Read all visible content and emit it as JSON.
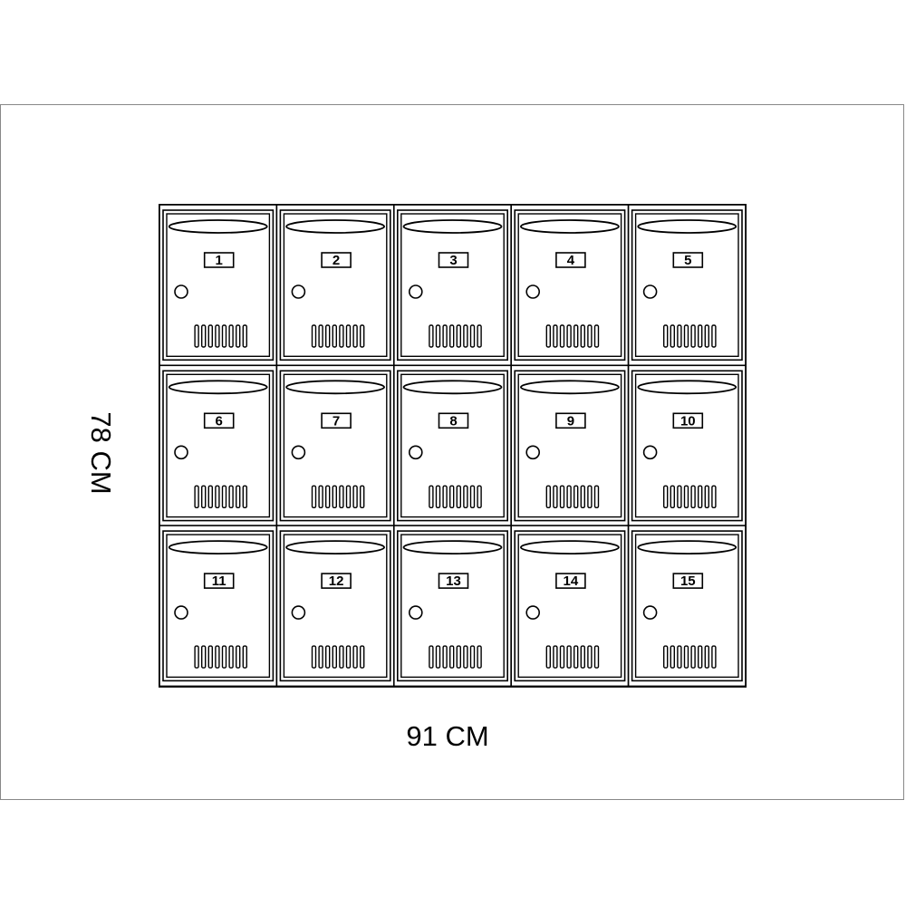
{
  "dimensions": {
    "width_label": "91 CM",
    "height_label": "78 CM"
  },
  "mailbox_grid": {
    "rows": 3,
    "columns": 5,
    "vent_slots_per_door": 8,
    "boxes": [
      {
        "number": "1"
      },
      {
        "number": "2"
      },
      {
        "number": "3"
      },
      {
        "number": "4"
      },
      {
        "number": "5"
      },
      {
        "number": "6"
      },
      {
        "number": "7"
      },
      {
        "number": "8"
      },
      {
        "number": "9"
      },
      {
        "number": "10"
      },
      {
        "number": "11"
      },
      {
        "number": "12"
      },
      {
        "number": "13"
      },
      {
        "number": "14"
      },
      {
        "number": "15"
      }
    ]
  },
  "colors": {
    "stroke": "#000000",
    "fill": "#ffffff",
    "frame": "#888888"
  }
}
